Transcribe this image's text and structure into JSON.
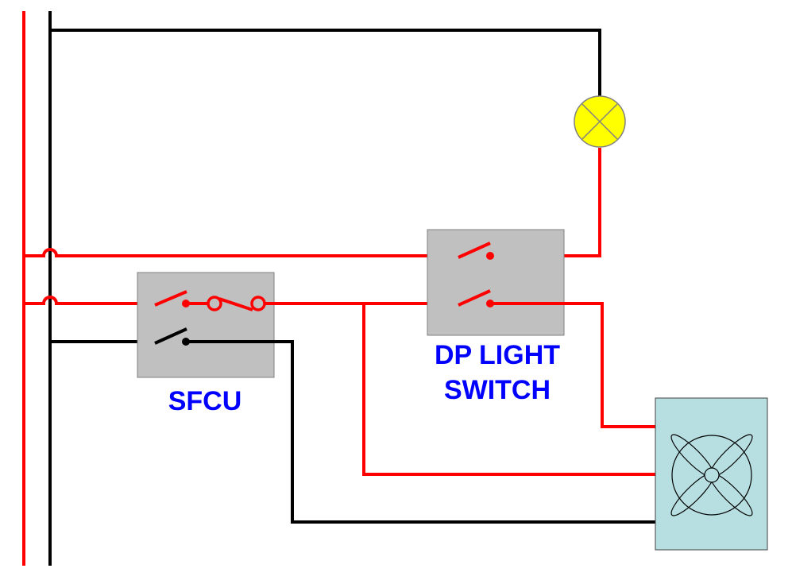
{
  "labels": {
    "sfcu": "SFCU",
    "dp_line1": "DP LIGHT",
    "dp_line2": "SWITCH"
  },
  "colors": {
    "live": "#ff0000",
    "neutral": "#000000",
    "switch_box": "#c0c0c0",
    "fan_box": "#b7dfe2",
    "lamp": "#ffff00",
    "label": "#0000ff"
  },
  "icons": {
    "lamp": "lamp-icon",
    "fan": "fan-icon"
  }
}
